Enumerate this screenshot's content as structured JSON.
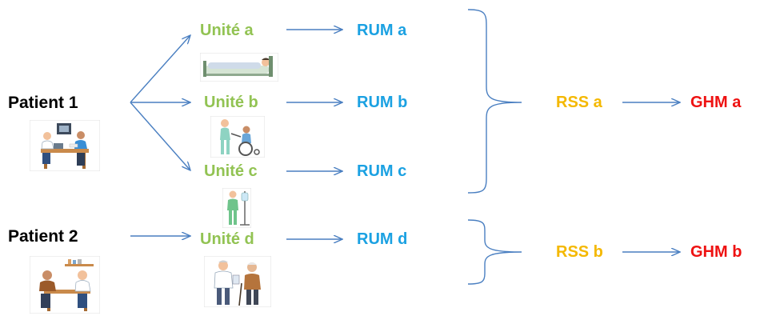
{
  "patients": [
    {
      "label": "Patient 1",
      "illustration": "doctor-consultation-illustration"
    },
    {
      "label": "Patient 2",
      "illustration": "doctor-patient-desk-illustration"
    }
  ],
  "units": [
    {
      "label": "Unité a",
      "illustration": "hospital-bed-illustration"
    },
    {
      "label": "Unité b",
      "illustration": "wheelchair-nurse-illustration"
    },
    {
      "label": "Unité c",
      "illustration": "iv-drip-patient-illustration"
    },
    {
      "label": "Unité d",
      "illustration": "doctor-elderly-patient-illustration"
    }
  ],
  "rums": [
    {
      "label": "RUM a"
    },
    {
      "label": "RUM b"
    },
    {
      "label": "RUM c"
    },
    {
      "label": "RUM d"
    }
  ],
  "rss": [
    {
      "label": "RSS a"
    },
    {
      "label": "RSS b"
    }
  ],
  "ghm": [
    {
      "label": "GHM a"
    },
    {
      "label": "GHM b"
    }
  ],
  "colors": {
    "patient": "#000000",
    "unite": "#92c353",
    "rum": "#1ba1e2",
    "rss": "#f4b800",
    "ghm": "#ee1111",
    "arrow": "#4a7fc1"
  }
}
